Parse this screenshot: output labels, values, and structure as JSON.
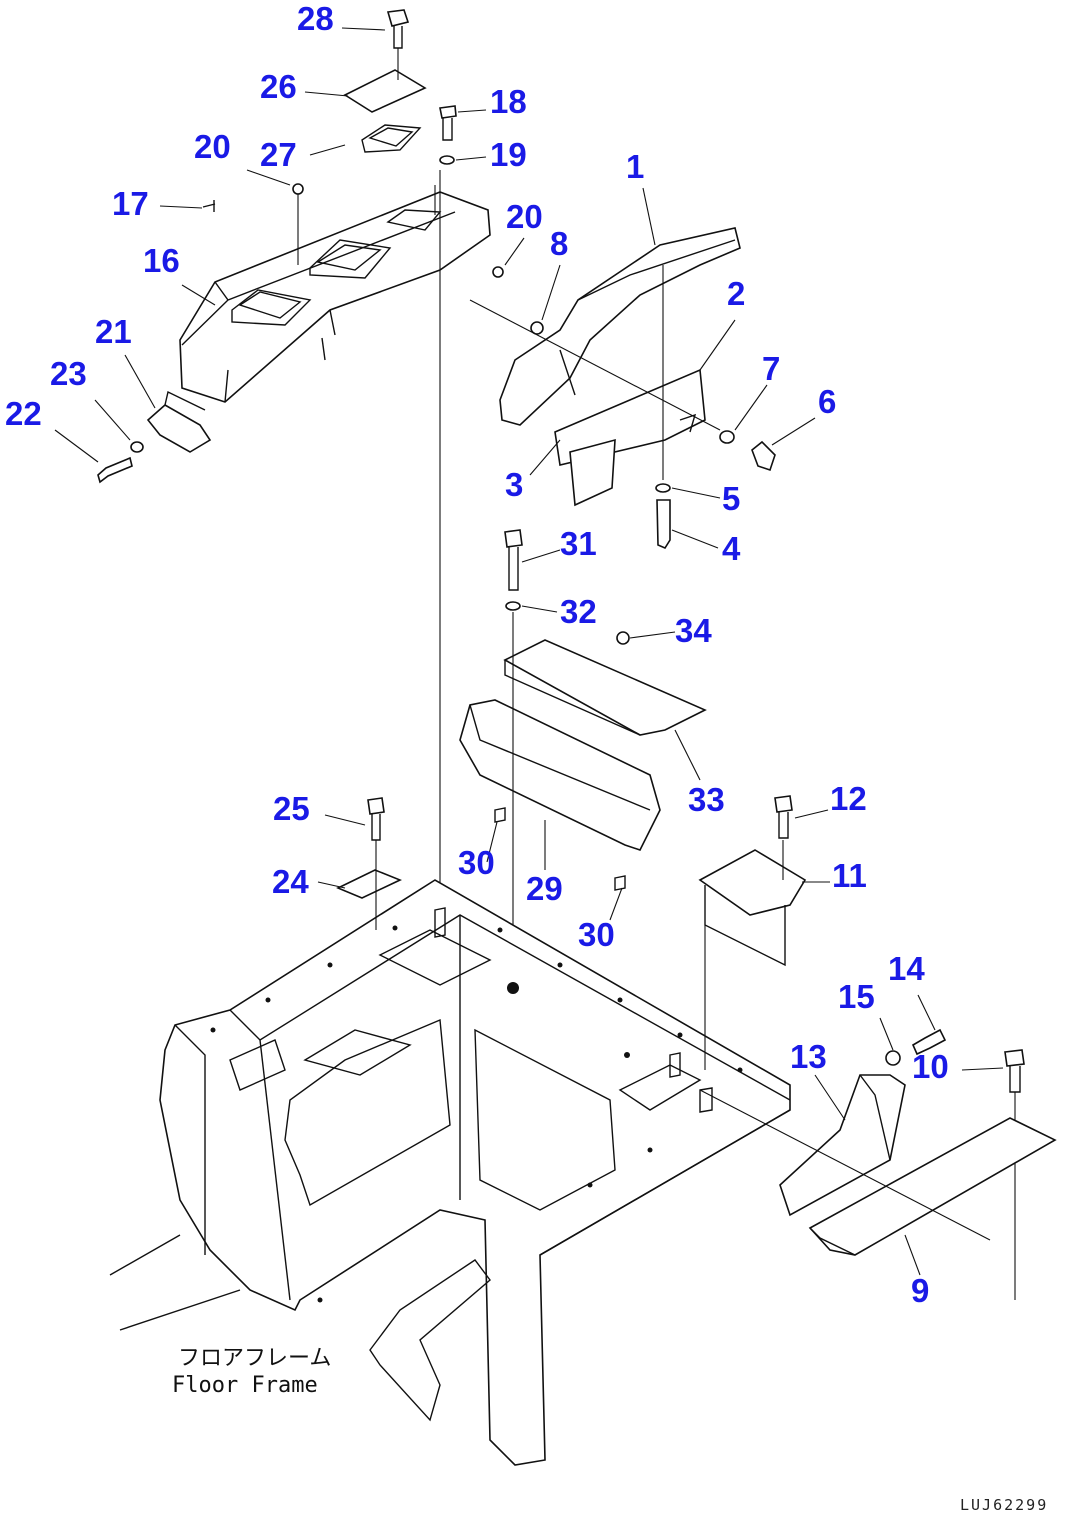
{
  "diagram": {
    "caption_jp": "フロアフレーム",
    "caption_en": "Floor Frame",
    "drawing_code": "LUJ62299",
    "callouts": [
      {
        "label": "28"
      },
      {
        "label": "26"
      },
      {
        "label": "18"
      },
      {
        "label": "27"
      },
      {
        "label": "19"
      },
      {
        "label": "20"
      },
      {
        "label": "1"
      },
      {
        "label": "17"
      },
      {
        "label": "20"
      },
      {
        "label": "8"
      },
      {
        "label": "16"
      },
      {
        "label": "2"
      },
      {
        "label": "21"
      },
      {
        "label": "7"
      },
      {
        "label": "23"
      },
      {
        "label": "6"
      },
      {
        "label": "22"
      },
      {
        "label": "3"
      },
      {
        "label": "5"
      },
      {
        "label": "4"
      },
      {
        "label": "31"
      },
      {
        "label": "32"
      },
      {
        "label": "34"
      },
      {
        "label": "33"
      },
      {
        "label": "25"
      },
      {
        "label": "12"
      },
      {
        "label": "30"
      },
      {
        "label": "29"
      },
      {
        "label": "24"
      },
      {
        "label": "11"
      },
      {
        "label": "30"
      },
      {
        "label": "14"
      },
      {
        "label": "15"
      },
      {
        "label": "13"
      },
      {
        "label": "10"
      },
      {
        "label": "9"
      }
    ]
  }
}
